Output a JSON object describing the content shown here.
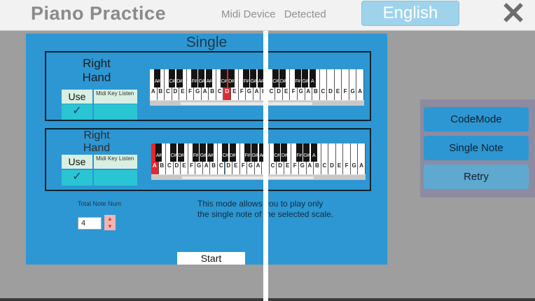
{
  "header": {
    "app_title": "Piano Practice",
    "midi_label": "Midi Device",
    "midi_status": "Detected",
    "language_button": "English",
    "close_glyph": "✕"
  },
  "panel": {
    "title": "Single",
    "right_hand": {
      "label_line1": "Right",
      "label_line2": "Hand",
      "use_label": "Use",
      "check_glyph": "✓",
      "midi_key_label": "Midi Key Listen",
      "keys": {
        "white": [
          "A",
          "B",
          "C",
          "D",
          "E",
          "F",
          "G",
          "A",
          "B",
          "C",
          "D",
          "E",
          "F",
          "G",
          "A",
          "B",
          "C",
          "D",
          "E",
          "F",
          "G",
          "A",
          "B",
          "C",
          "D",
          "E",
          "F",
          "G",
          "A"
        ],
        "black": [
          "A#",
          "C#",
          "D#",
          "F#",
          "G#",
          "A#",
          "C#",
          "D#",
          "F#",
          "G#",
          "A#",
          "C#",
          "D#",
          "F#",
          "G#",
          "A"
        ],
        "pressed_white_index": 10
      }
    },
    "left_hand": {
      "label_line1": "Right",
      "label_line2": "Hand",
      "use_label": "Use",
      "check_glyph": "✓",
      "midi_key_label": "Midi Key Listen",
      "keys": {
        "white": [
          "A",
          "B",
          "C",
          "D",
          "E",
          "F",
          "G",
          "A",
          "B",
          "C",
          "D",
          "E",
          "F",
          "G",
          "A",
          "B",
          "C",
          "D",
          "E",
          "F",
          "G",
          "A",
          "B",
          "C",
          "D",
          "E",
          "F",
          "G",
          "A"
        ],
        "black": [
          "A#",
          "C#",
          "D#",
          "F#",
          "G#",
          "A#",
          "C#",
          "D#",
          "F#",
          "G#",
          "A#",
          "C#",
          "D#",
          "F#",
          "G#",
          "A"
        ],
        "pressed_white_index": 0
      }
    },
    "total_note_num_label": "Total Note Num",
    "total_note_num_value": "4",
    "mode_description_line1": "This mode allows you to play only",
    "mode_description_line2": "the single note of the selected scale.",
    "start_button": "Start"
  },
  "side_menu": {
    "code_mode": "CodeMode",
    "single_note": "Single Note",
    "retry": "Retry"
  },
  "colors": {
    "panel_blue": "#2d97d3",
    "accent_cyan": "#29c5d3",
    "pressed_key": "#e8262b",
    "language_button": "#9fd3ec"
  }
}
